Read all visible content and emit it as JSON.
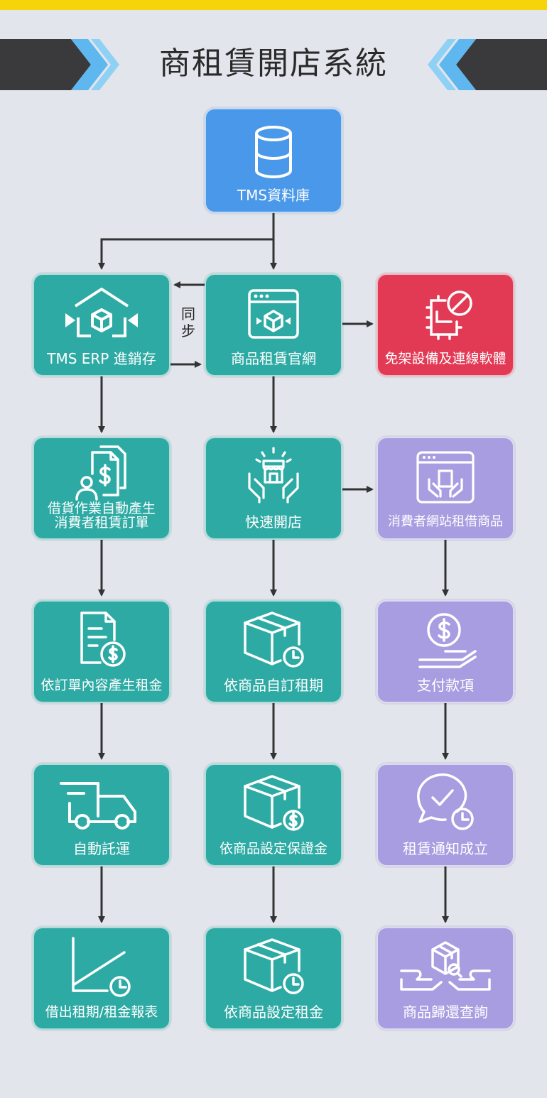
{
  "title": "商租賃開店系統",
  "sync_label": "同步",
  "colors": {
    "accent_bar": "#f6d40a",
    "blue": "#4a98e9",
    "teal": "#2eaaa4",
    "red": "#e23a55",
    "purple": "#a79de0",
    "arrow": "#333333"
  },
  "nodes": {
    "db": {
      "label": "TMS資料庫",
      "icon": "database-icon"
    },
    "erp": {
      "label": "TMS ERP 進銷存",
      "icon": "warehouse-icon"
    },
    "official_site": {
      "label": "商品租賃官網",
      "icon": "website-box-icon"
    },
    "software": {
      "label": "免架設備及連線軟體",
      "icon": "chip-blocked-icon"
    },
    "auto_order": {
      "label_line1": "借貨作業自動產生",
      "label_line2": "消費者租賃訂單",
      "icon": "invoice-person-icon"
    },
    "quick_open": {
      "label": "快速開店",
      "icon": "store-hands-icon"
    },
    "consumer_rent": {
      "label": "消費者網站租借商品",
      "icon": "browser-hands-icon"
    },
    "order_rent": {
      "label": "依訂單內容產生租金",
      "icon": "document-dollar-icon"
    },
    "custom_period": {
      "label": "依商品自訂租期",
      "icon": "box-clock-icon"
    },
    "payment": {
      "label": "支付款項",
      "icon": "hand-coin-icon"
    },
    "auto_ship": {
      "label": "自動託運",
      "icon": "truck-icon"
    },
    "deposit": {
      "label": "依商品設定保證金",
      "icon": "box-dollar-icon"
    },
    "notify": {
      "label": "租賃通知成立",
      "icon": "chat-check-clock-icon"
    },
    "report": {
      "label": "借出租期/租金報表",
      "icon": "chart-clock-icon"
    },
    "set_rent": {
      "label": "依商品設定租金",
      "icon": "box-clock-icon"
    },
    "return_query": {
      "label": "商品歸還查詢",
      "icon": "box-exchange-icon"
    }
  }
}
